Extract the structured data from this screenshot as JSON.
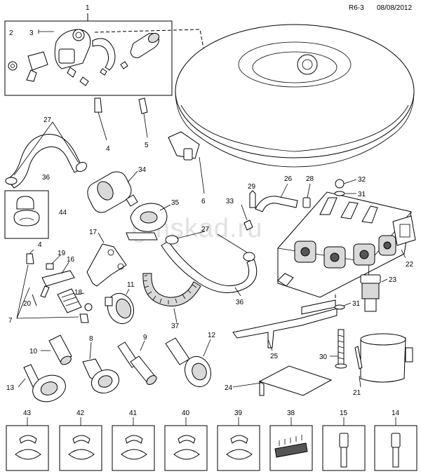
{
  "header": {
    "code": "R6-3",
    "date": "08/08/2012"
  },
  "watermark": "gmskad.ru",
  "callouts": {
    "c1": "1",
    "c2": "2",
    "c3": "3",
    "c4a": "4",
    "c5": "5",
    "c6": "6",
    "c27a": "27",
    "c36a": "36",
    "c34": "34",
    "c44": "44",
    "c35": "35",
    "c26": "26",
    "c28": "28",
    "c29": "29",
    "c32": "32",
    "c31a": "31",
    "c33": "33",
    "c27b": "27",
    "c17": "17",
    "c4b": "4",
    "c19": "19",
    "c16": "16",
    "c11": "11",
    "c18": "18",
    "c20": "20",
    "c7": "7",
    "c37": "37",
    "c36b": "36",
    "c22": "22",
    "c23": "23",
    "c31b": "31",
    "c10": "10",
    "c8": "8",
    "c9": "9",
    "c12": "12",
    "c25": "25",
    "c30": "30",
    "c13": "13",
    "c24": "24",
    "c21": "21",
    "c43": "43",
    "c42": "42",
    "c41": "41",
    "c40": "40",
    "c39": "39",
    "c38": "38",
    "c15": "15",
    "c14": "14"
  },
  "bottom_row": [
    "43",
    "42",
    "41",
    "40",
    "39",
    "38",
    "15",
    "14"
  ]
}
